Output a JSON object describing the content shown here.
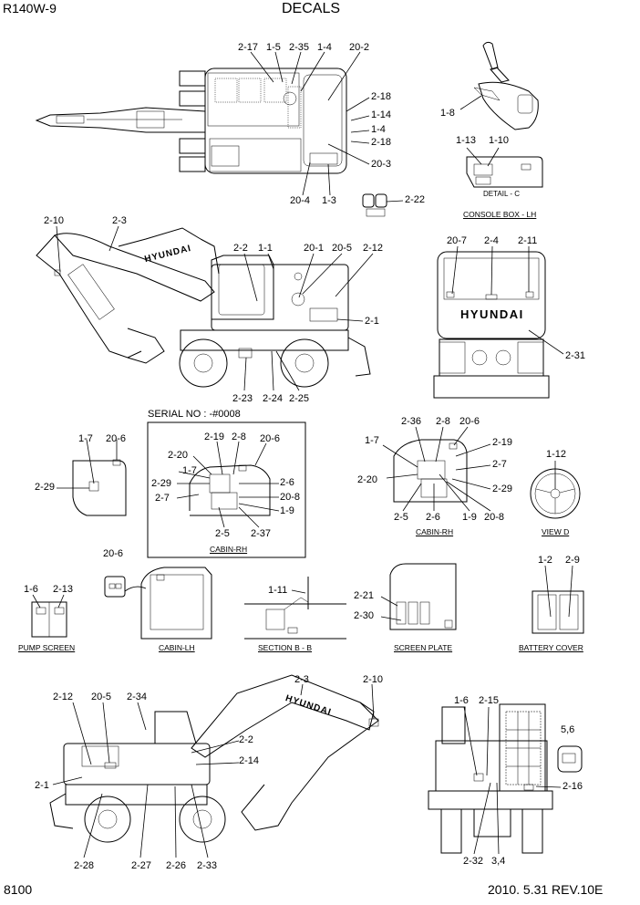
{
  "header": {
    "model": "R140W-9",
    "title": "DECALS"
  },
  "footer": {
    "page": "8100",
    "revision": "2010. 5.31 REV.10E"
  },
  "serial_note": "SERIAL NO : -#0008",
  "brand": "HYUNDAI",
  "captions": {
    "console_box": "CONSOLE BOX - LH",
    "detail_c": "DETAIL - C",
    "cabin_rh_inset": "CABIN-RH",
    "cabin_rh": "CABIN-RH",
    "view_d": "VIEW  D",
    "pump_screen": "PUMP SCREEN",
    "cabin_lh": "CABIN-LH",
    "section_bb": "SECTION B - B",
    "screen_plate": "SCREEN PLATE",
    "battery_cover": "BATTERY COVER"
  },
  "callouts": {
    "top": [
      "2-17",
      "1-5",
      "2-35",
      "1-4",
      "20-2",
      "2-18",
      "1-14",
      "1-4",
      "2-18",
      "20-3",
      "20-4",
      "1-3",
      "2-22",
      "1-8",
      "1-13",
      "1-10"
    ],
    "side_left": [
      "2-10",
      "2-3",
      "2-2",
      "1-1",
      "20-1",
      "20-5",
      "2-12",
      "2-1",
      "2-23",
      "2-24",
      "2-25"
    ],
    "rear": [
      "20-7",
      "2-4",
      "2-11",
      "2-31"
    ],
    "cab_left": [
      "1-7",
      "20-6",
      "2-29"
    ],
    "inset": [
      "2-19",
      "2-8",
      "20-6",
      "2-20",
      "1-7",
      "2-29",
      "2-7",
      "2-6",
      "20-8",
      "1-9",
      "2-5",
      "2-37"
    ],
    "cab_right": [
      "2-36",
      "2-8",
      "20-6",
      "1-7",
      "2-19",
      "2-20",
      "2-7",
      "2-29",
      "2-5",
      "2-6",
      "1-9",
      "20-8"
    ],
    "view_d": [
      "1-12"
    ],
    "pump": [
      "1-6",
      "2-13"
    ],
    "cabin_lh": [
      "20-6"
    ],
    "section": [
      "1-11"
    ],
    "screen": [
      "2-21",
      "2-30"
    ],
    "battery": [
      "1-2",
      "2-9"
    ],
    "side_right": [
      "2-12",
      "20-5",
      "2-34",
      "2-3",
      "2-10",
      "2-2",
      "2-14",
      "2-1",
      "2-28",
      "2-27",
      "2-26",
      "2-33"
    ],
    "front": [
      "1-6",
      "2-15",
      "5,6",
      "2-16",
      "2-32",
      "3,4"
    ]
  }
}
